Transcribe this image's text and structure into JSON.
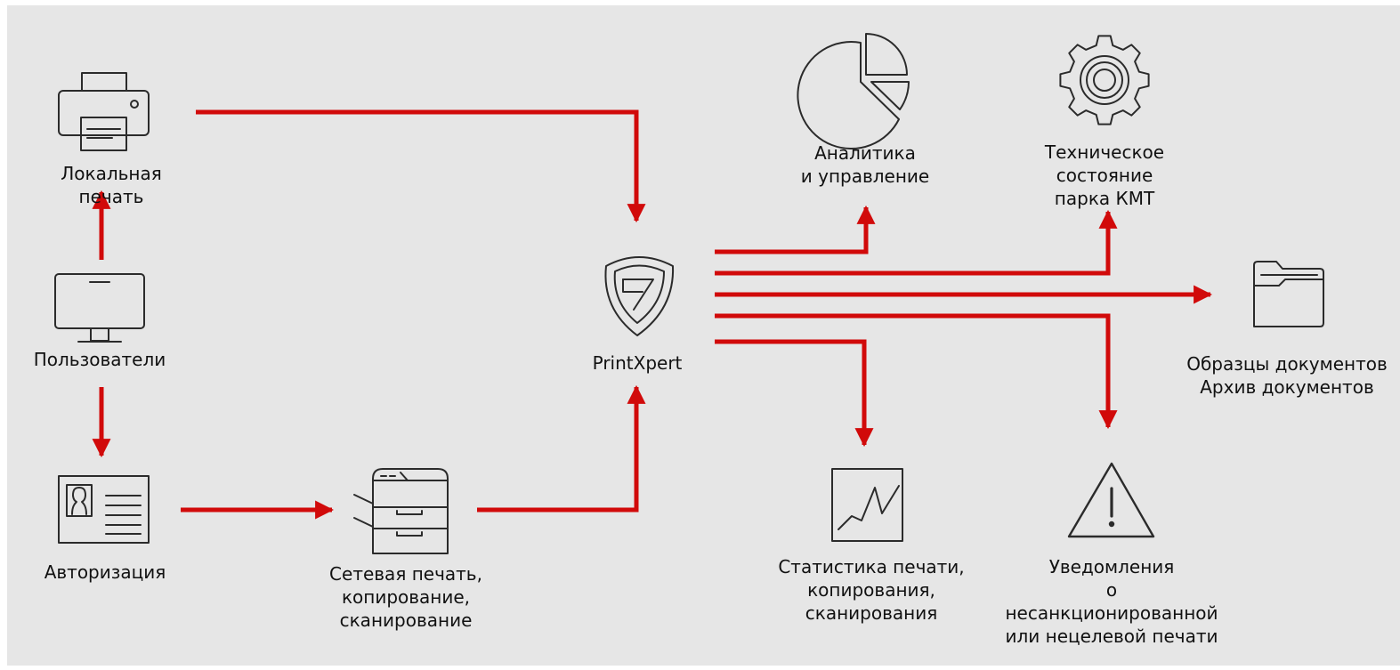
{
  "nodes": {
    "local_print": {
      "icon": "printer-icon",
      "lines": [
        "Локальная",
        "печать"
      ]
    },
    "users": {
      "icon": "monitor-icon",
      "lines": [
        "Пользователи"
      ]
    },
    "auth": {
      "icon": "id-card-icon",
      "lines": [
        "Авторизация"
      ]
    },
    "network_print": {
      "icon": "mfp-printer-icon",
      "lines": [
        "Сетевая печать,",
        "копирование,",
        "сканирование"
      ]
    },
    "printxpert": {
      "icon": "shield-logo-icon",
      "lines": [
        "PrintXpert"
      ]
    },
    "analytics": {
      "icon": "pie-chart-icon",
      "lines": [
        "Аналитика",
        "и управление"
      ]
    },
    "tech": {
      "icon": "gear-icon",
      "lines": [
        "Техническое",
        "состояние",
        "парка КМТ"
      ]
    },
    "archive": {
      "icon": "folder-icon",
      "lines": [
        "Образцы документов",
        "Архив документов"
      ]
    },
    "stats": {
      "icon": "line-chart-icon",
      "lines": [
        "Статистика печати,",
        "копирования,",
        "сканирования"
      ]
    },
    "alerts": {
      "icon": "warning-icon",
      "lines": [
        "Уведомления",
        "о",
        "несанкционированной",
        "или нецелевой печати"
      ]
    }
  },
  "colors": {
    "arrow": "#d10a0a",
    "background": "#e6e6e6",
    "icon_stroke": "#2b2b2b",
    "text": "#111111"
  }
}
